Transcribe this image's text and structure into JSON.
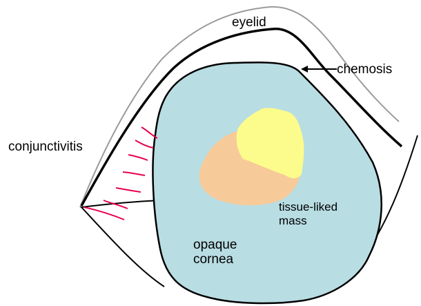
{
  "labels": {
    "eyelid": "eyelid",
    "chemosis": "chemosis",
    "conjunctivitis": "conjunctivitis",
    "mass_line1": "tissue-liked",
    "mass_line2": "mass",
    "cornea_line1": "opaque",
    "cornea_line2": "cornea"
  },
  "colors": {
    "cornea": "#b8dde3",
    "mass_orange": "#f7ca99",
    "mass_yellow": "#fcfc8c",
    "vessels": "#e8004c",
    "eyelid_line": "#9a9a9a",
    "chemosis_line": "#000000"
  }
}
